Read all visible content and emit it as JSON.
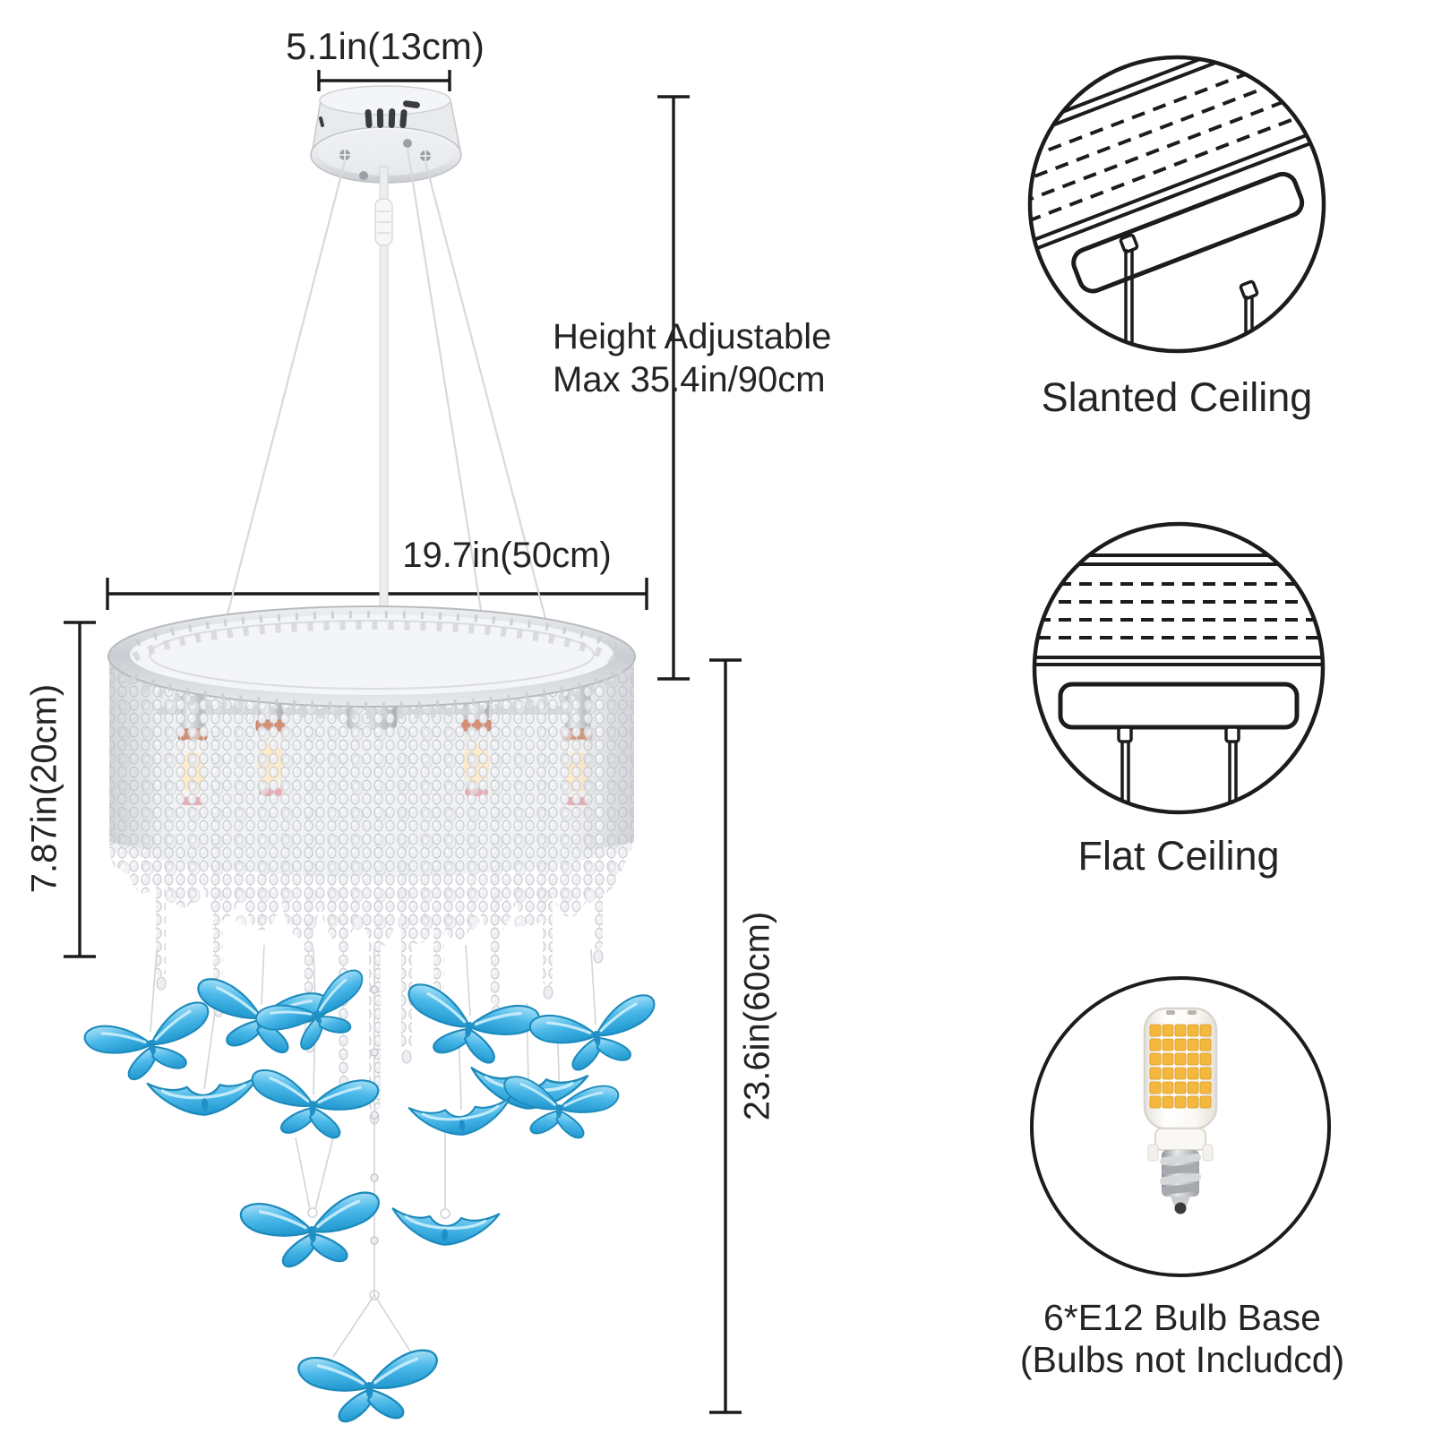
{
  "product": {
    "type": "crystal butterfly chandelier dimension diagram"
  },
  "dimensions": {
    "canopy_width": "5.1in(13cm)",
    "height_adjustable": {
      "line1": "Height Adjustable",
      "line2": "Max 35.4in/90cm"
    },
    "drum_diameter": "19.7in(50cm)",
    "drum_height": "7.87in(20cm)",
    "drop_length": "23.6in(60cm)"
  },
  "features": {
    "slanted_ceiling": {
      "label": "Slanted Ceiling"
    },
    "flat_ceiling": {
      "label": "Flat Ceiling"
    },
    "bulb": {
      "line1": "6*E12 Bulb Base",
      "line2": "(Bulbs not Includcd)"
    }
  },
  "colors": {
    "dimension_line": "#1b1b1b",
    "text": "#262422",
    "butterfly_blue": "#41b3e6",
    "butterfly_deep_blue": "#1f97cf",
    "chrome": "#d7d9dc",
    "copper_ring": "#d78f73",
    "pink_ring": "#e9a3ab",
    "led_yellow": "#f4b83e",
    "icon_stroke": "#1c1c1c"
  }
}
